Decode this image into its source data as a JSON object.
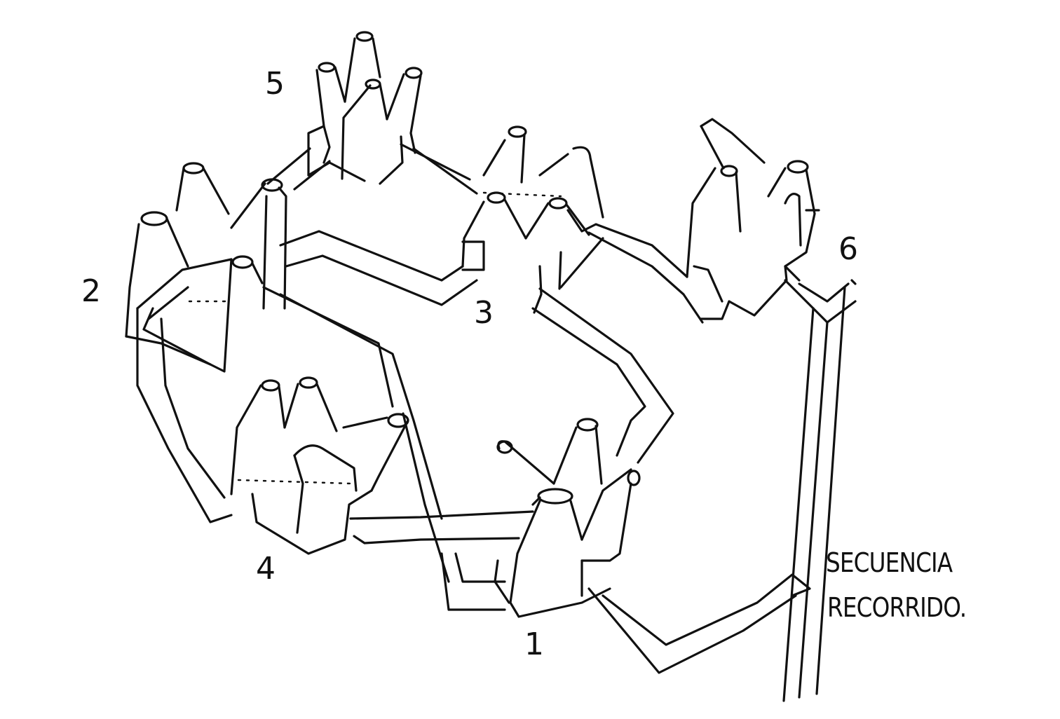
{
  "labels": {
    "station_1": "1",
    "station_2": "2",
    "station_3": "3",
    "station_4": "4",
    "station_5": "5",
    "station_6": "6"
  },
  "annotation": {
    "line1": "SECUENCIA",
    "line2": "RECORRIDO."
  },
  "ink_color": "#111111",
  "paper_color": "#ffffff"
}
